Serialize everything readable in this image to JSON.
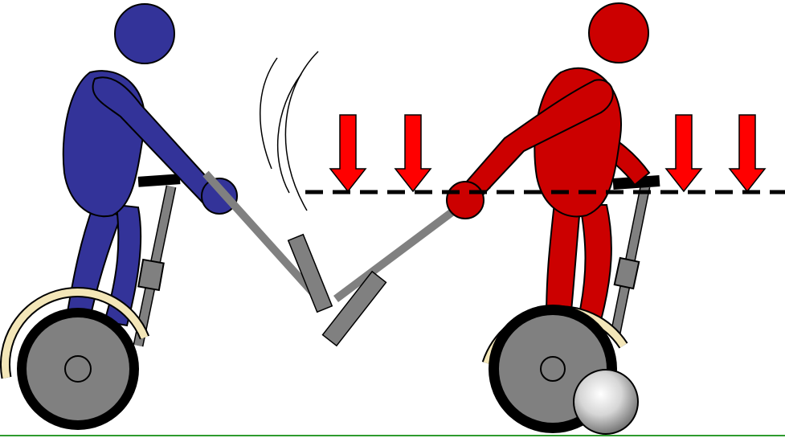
{
  "colors": {
    "blue_player": "#333399",
    "red_player": "#cc0000",
    "arrow_red": "#ff0000",
    "frame_gray": "#808080",
    "wheel_gray": "#808080",
    "fender": "#f3e6b8",
    "ground_green": "#2e9b2e",
    "outline": "#000000"
  },
  "arrow_count": 4,
  "icons": [
    "blue-segway-player",
    "red-segway-player",
    "crossed-mallets",
    "ball",
    "swing-motion-lines",
    "down-arrow",
    "height-reference-line"
  ]
}
